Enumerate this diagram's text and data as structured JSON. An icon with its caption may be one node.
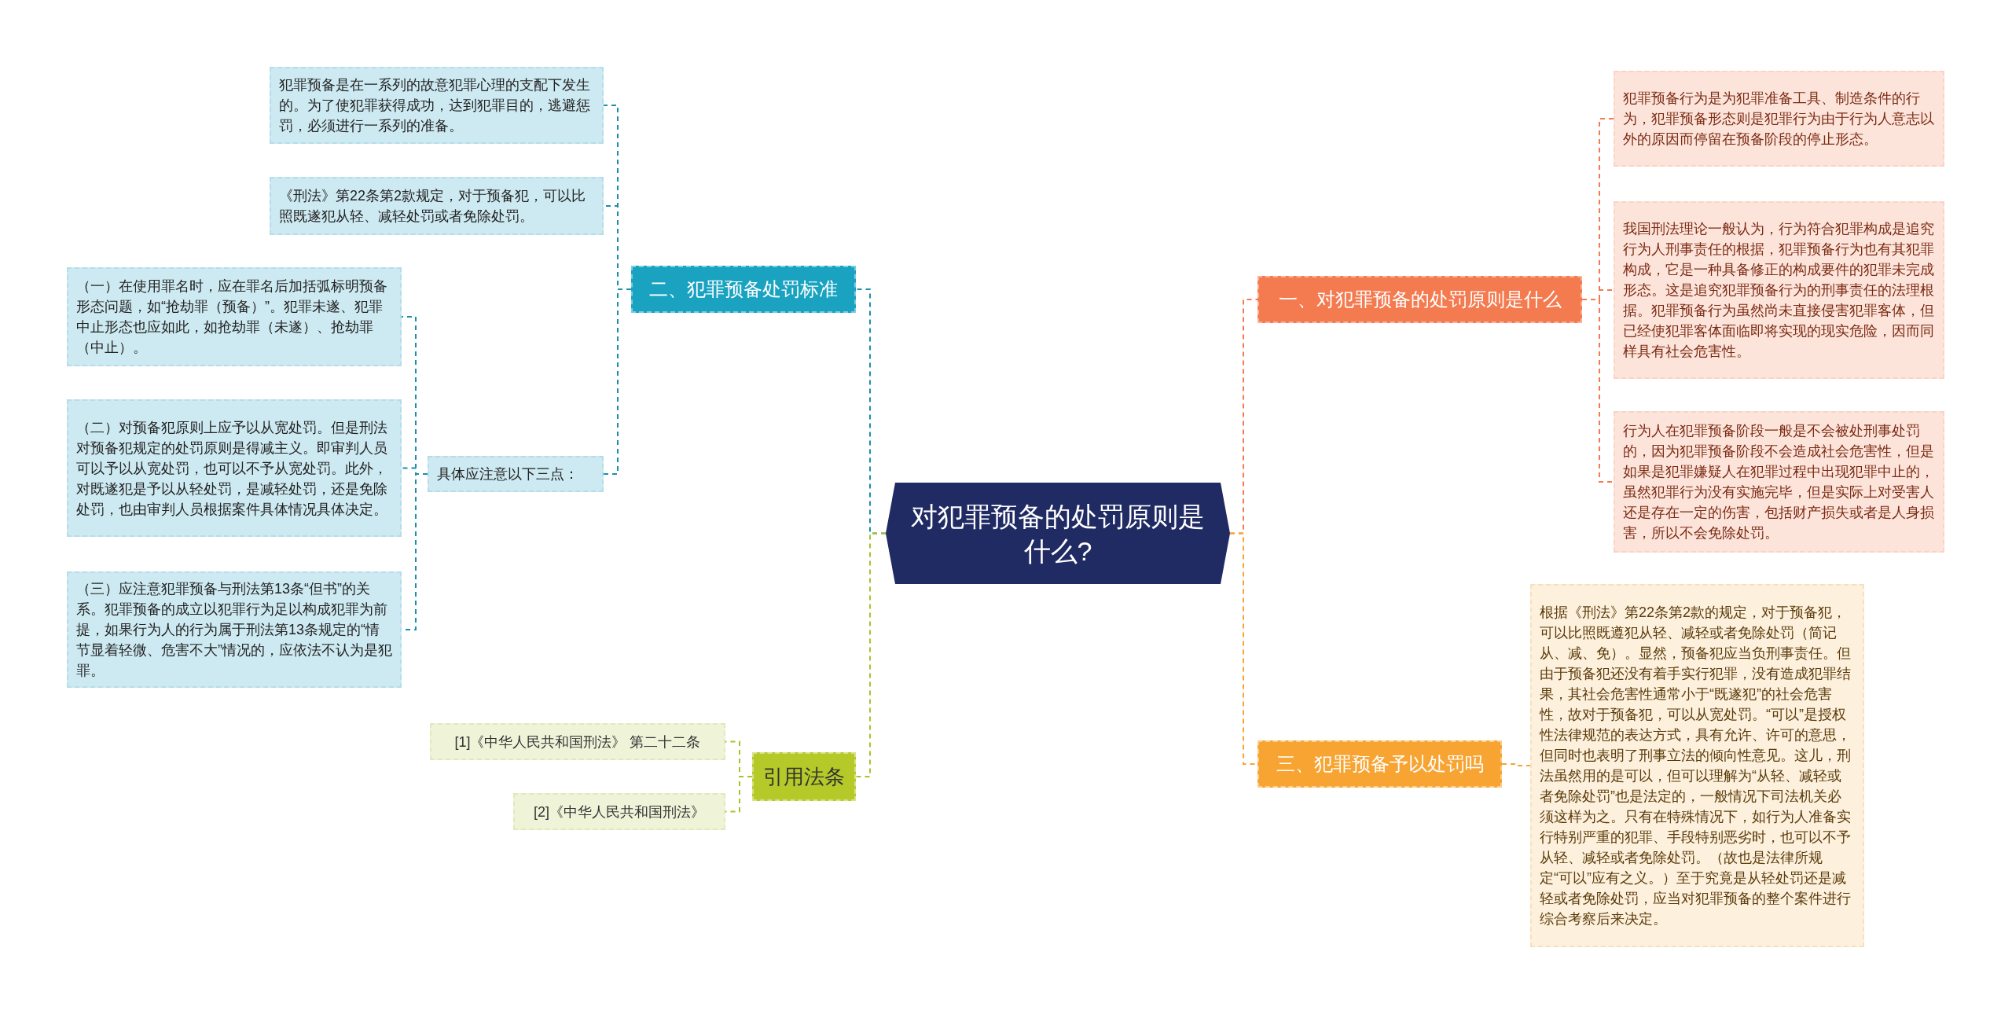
{
  "diagram": {
    "nodes": [
      {
        "text": [
          "对犯罪预备的处罚原则是什么?"
        ]
      },
      {
        "text": [
          "一、对犯罪预备的处罚原则是什么"
        ]
      },
      {
        "text": [
          "犯罪预备行为是为犯罪准备工具、制造条件的行为，犯罪预备形态则是犯罪行为由于行为人意志以外的原因而停留在预备阶段的停止形态。"
        ]
      },
      {
        "text": [
          "我国刑法理论一般认为，行为符合犯罪构成是追究行为人刑事责任的根据，犯罪预备行为也有其犯罪构成，它是一种具备修正的构成要件的犯罪未完成形态。这是追究犯罪预备行为的刑事责任的法理根据。犯罪预备行为虽然尚未直接侵害犯罪客体，但已经使犯罪客体面临即将实现的现实危险，因而同样具有社会危害性。"
        ]
      },
      {
        "text": [
          "行为人在犯罪预备阶段一般是不会被处刑事处罚的，因为犯罪预备阶段不会造成社会危害性，但是如果是犯罪嫌疑人在犯罪过程中出现犯罪中止的，虽然犯罪行为没有实施完毕，但是实际上对受害人还是存在一定的伤害，包括财产损失或者是人身损害，所以不会免除处罚。"
        ]
      },
      {
        "text": [
          "三、犯罪预备予以处罚吗"
        ]
      },
      {
        "text": [
          "根据《刑法》第22条第2款的规定，对于预备犯，可以比照既遵犯从轻、减轻或者免除处罚（简记从、减、免）。显然，预备犯应当负刑事责任。但由于预备犯还没有着手实行犯罪，没有造成犯罪结果，其社会危害性通常小于“既遂犯”的社会危害性，故对于预备犯，可以从宽处罚。“可以”是授权性法律规范的表达方式，具有允许、许可的意思，但同时也表明了刑事立法的倾向性意见。这儿，刑法虽然用的是可以，但可以理解为“从轻、减轻或者免除处罚”也是法定的，一般情况下司法机关必须这样为之。只有在特殊情况下，如行为人准备实行特别严重的犯罪、手段特别恶劣时，也可以不予从轻、减轻或者免除处罚。（故也是法律所规定“可以”应有之义。）至于究竟是从轻处罚还是减轻或者免除处罚，应当对犯罪预备的整个案件进行综合考察后来决定。"
        ]
      },
      {
        "text": [
          "二、犯罪预备处罚标准"
        ]
      },
      {
        "text": [
          "犯罪预备是在一系列的故意犯罪心理的支配下发生的。为了使犯罪获得成功，达到犯罪目的，逃避惩罚，必须进行一系列的准备。"
        ]
      },
      {
        "text": [
          "《刑法》第22条第2款规定，对于预备犯，可以比照既遂犯从轻、减轻处罚或者免除处罚。"
        ]
      },
      {
        "text": [
          "具体应注意以下三点："
        ]
      },
      {
        "text": [
          "（一）在使用罪名时，应在罪名后加括弧标明预备形态问题，如“抢劫罪（预备）”。犯罪未遂、犯罪中止形态也应如此，如抢劫罪（未遂）、抢劫罪（中止）。"
        ]
      },
      {
        "text": [
          "（二）对预备犯原则上应予以从宽处罚。但是刑法对预备犯规定的处罚原则是得减主义。即审判人员可以予以从宽处罚，也可以不予从宽处罚。此外，对既遂犯是予以从轻处罚，是减轻处罚，还是免除处罚，也由审判人员根据案件具体情况具体决定。"
        ]
      },
      {
        "text": [
          "（三）应注意犯罪预备与刑法第13条“但书”的关系。犯罪预备的成立以犯罪行为足以构成犯罪为前提，如果行为人的行为属于刑法第13条规定的“情节显着轻微、危害不大”情况的，应依法不认为是犯罪。"
        ]
      },
      {
        "text": [
          "引用法条"
        ]
      },
      {
        "text": [
          "[1]《中华人民共和国刑法》 第二十二条"
        ]
      },
      {
        "text": [
          "[2]《中华人民共和国刑法》"
        ]
      }
    ],
    "edges": [
      {
        "from": 0,
        "to": 1,
        "arrow": "none",
        "style": "dashed",
        "color": "#f47a50"
      },
      {
        "from": 1,
        "to": 2,
        "arrow": "none",
        "style": "dashed",
        "color": "#f47a50"
      },
      {
        "from": 1,
        "to": 3,
        "arrow": "none",
        "style": "dashed",
        "color": "#f47a50"
      },
      {
        "from": 1,
        "to": 4,
        "arrow": "none",
        "style": "dashed",
        "color": "#f47a50"
      },
      {
        "from": 0,
        "to": 5,
        "arrow": "none",
        "style": "dashed",
        "color": "#f7a432"
      },
      {
        "from": 5,
        "to": 6,
        "arrow": "none",
        "style": "dashed",
        "color": "#f7a432"
      },
      {
        "from": 0,
        "to": 7,
        "arrow": "none",
        "style": "dashed",
        "color": "#1b8fae"
      },
      {
        "from": 7,
        "to": 8,
        "arrow": "none",
        "style": "dashed",
        "color": "#1b8fae"
      },
      {
        "from": 7,
        "to": 9,
        "arrow": "none",
        "style": "dashed",
        "color": "#1b8fae"
      },
      {
        "from": 7,
        "to": 10,
        "arrow": "none",
        "style": "dashed",
        "color": "#1b8fae"
      },
      {
        "from": 10,
        "to": 11,
        "arrow": "none",
        "style": "dashed",
        "color": "#1b8fae"
      },
      {
        "from": 10,
        "to": 12,
        "arrow": "none",
        "style": "dashed",
        "color": "#1b8fae"
      },
      {
        "from": 10,
        "to": 13,
        "arrow": "none",
        "style": "dashed",
        "color": "#1b8fae"
      },
      {
        "from": 0,
        "to": 14,
        "arrow": "none",
        "style": "dashed",
        "color": "#a9c22b"
      },
      {
        "from": 14,
        "to": 15,
        "arrow": "none",
        "style": "dashed",
        "color": "#a9c22b"
      },
      {
        "from": 14,
        "to": 16,
        "arrow": "none",
        "style": "dashed",
        "color": "#a9c22b"
      }
    ]
  }
}
